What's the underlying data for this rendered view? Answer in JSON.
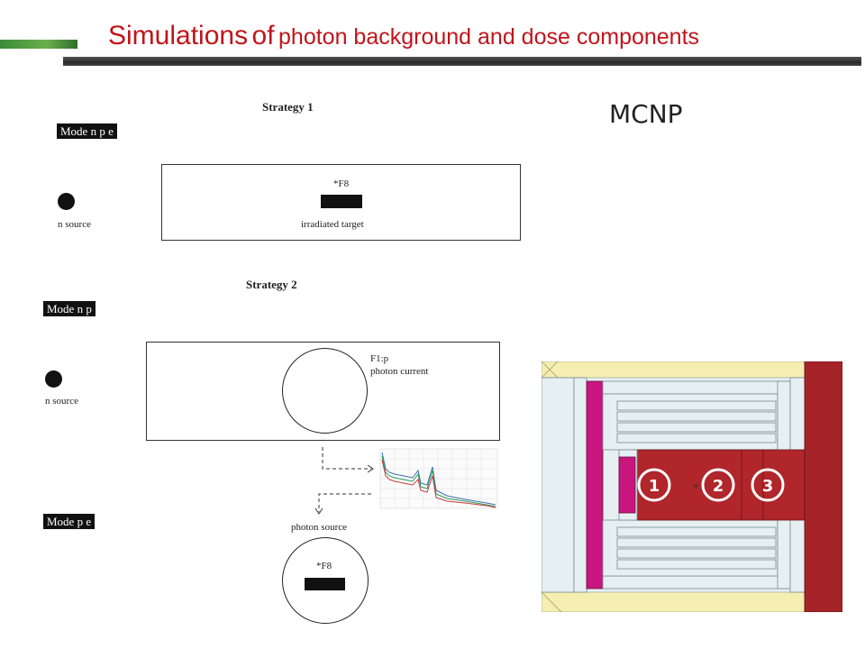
{
  "slide": {
    "title_part1": "Simulations",
    "title_part2": "of",
    "title_part3": "photon background and dose components",
    "subtitle": "MCNP"
  },
  "strategy1": {
    "heading": "Strategy 1",
    "mode": "Mode n p e",
    "source_label": "n source",
    "tally": "*F8",
    "target_label": "irradiated target"
  },
  "strategy2": {
    "heading": "Strategy 2",
    "mode_np": "Mode n p",
    "source_label": "n source",
    "tally": "F1:p",
    "tally_label": "photon current",
    "mode_pe": "Mode p e",
    "photon_source_label": "photon source",
    "tally2": "*F8"
  },
  "mcnp_model": {
    "markers": [
      "1",
      "2",
      "3"
    ]
  },
  "colors": {
    "title": "#c0151b",
    "dark_red": "#a52327",
    "red_core": "#b0262a",
    "magenta": "#c9167f",
    "light_blue": "#e6f0f3",
    "yellow": "#f4eeb0",
    "green_accent": "#2e7d32"
  }
}
